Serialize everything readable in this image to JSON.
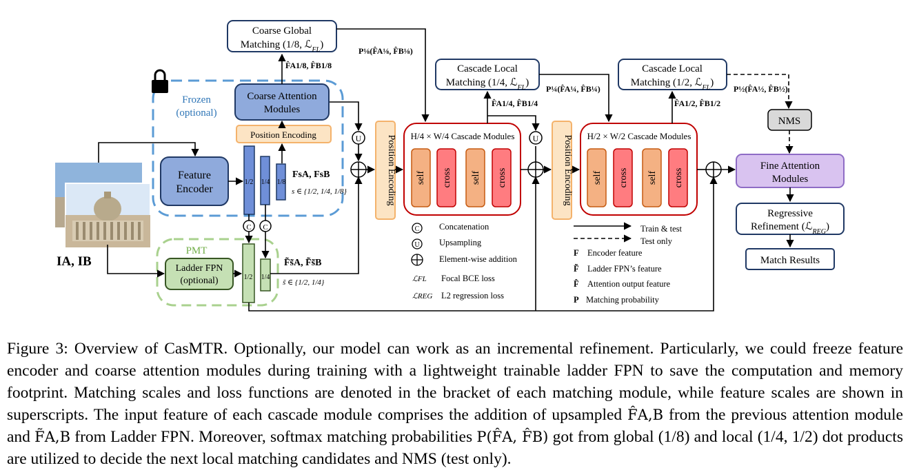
{
  "figure": {
    "coarse_global": {
      "line1": "Coarse Global",
      "line2": "Matching (1/8, ℒ",
      "sub": "FL",
      "close": ")"
    },
    "coarse_global_prob": "P⅛(F̂A⅛, F̂B⅛)",
    "coarse_out_feat": "F̂A1/8, F̂B1/8",
    "frozen_label1": "Frozen",
    "frozen_label2": "(optional)",
    "coarse_attn": {
      "line1": "Coarse Attention",
      "line2": "Modules"
    },
    "pos_enc_small": "Position Encoding",
    "feature_encoder": {
      "line1": "Feature",
      "line2": "Encoder"
    },
    "enc_scales": [
      "1/2",
      "1/4",
      "1/8"
    ],
    "enc_feat_label": "FsA, FsB",
    "enc_scale_set": "s ∈ {1/2, 1/4, 1/8}",
    "pmt_label": "PMT",
    "ladder_fpn": {
      "line1": "Ladder FPN",
      "line2": "(optional)"
    },
    "fpn_scales": [
      "1/2",
      "1/4"
    ],
    "fpn_feat_label": "F̃s̃A, F̃s̃B",
    "fpn_scale_set": "s̃ ∈ {1/2, 1/4}",
    "input_label": "IA, IB",
    "ops": {
      "concat": "C",
      "up": "U"
    },
    "pos_enc_vertical": "Position Encoding",
    "cascade1": {
      "title": "H/4 × W/4 Cascade Modules",
      "blocks": [
        "self",
        "cross",
        "self",
        "cross"
      ]
    },
    "cascade2": {
      "title": "H/2 × W/2 Cascade Modules",
      "blocks": [
        "self",
        "cross",
        "self",
        "cross"
      ]
    },
    "local14": {
      "line1": "Cascade Local",
      "line2": "Matching (1/4, ℒ",
      "sub": "FL",
      "close": ")"
    },
    "local12": {
      "line1": "Cascade Local",
      "line2": "Matching (1/2, ℒ",
      "sub": "FL",
      "close": ")"
    },
    "local14_prob": "P¼(F̂A¼, F̂B¼)",
    "local12_prob": "P½(F̂A½, F̂B½)",
    "local14_feat": "F̂A1/4, F̂B1/4",
    "local12_feat": "F̂A1/2, F̂B1/2",
    "nms": "NMS",
    "fine_attn": {
      "line1": "Fine Attention",
      "line2": "Modules"
    },
    "regressive": {
      "line1": "Regressive",
      "line2": "Refinement (ℒ",
      "sub": "REG",
      "close": ")"
    },
    "match_results": "Match Results",
    "legend_ops": [
      {
        "sym": "C",
        "text": "Concatenation"
      },
      {
        "sym": "U",
        "text": "Upsampling"
      },
      {
        "sym": "⊕",
        "text": "Element-wise addition"
      },
      {
        "sym": "ℒFL",
        "text": "Focal BCE loss"
      },
      {
        "sym": "ℒREG",
        "text": "L2 regression loss"
      }
    ],
    "legend_lines": [
      {
        "style": "solid",
        "text": "Train & test"
      },
      {
        "style": "dashed",
        "text": "Test only"
      }
    ],
    "legend_feats": [
      {
        "sym": "F",
        "text": "Encoder feature"
      },
      {
        "sym": "F̃",
        "text": "Ladder FPN’s feature"
      },
      {
        "sym": "F̂",
        "text": "Attention output feature"
      },
      {
        "sym": "P",
        "text": "Matching probability"
      }
    ],
    "colors": {
      "frozen_dash": "#5b9bd5",
      "pmt_dash": "#a9d18e",
      "encoder_fill": "#8faadc",
      "bar_blue": "#6f8fd8",
      "bar_green": "#c5e0b4",
      "orange_fill": "#fce4c4",
      "orange_stroke": "#f4b26b",
      "self_fill": "#f4b183",
      "cross_fill": "#ff7c80",
      "cascade_border": "#c00000",
      "fine_fill": "#d9c3f0",
      "fine_stroke": "#8e6cc5",
      "nms_fill": "#d9d9d9",
      "box_stroke": "#1f3864"
    }
  },
  "caption": {
    "p1": "Figure 3: Overview of CasMTR. Optionally, our model can work as an incremental refinement. Particularly, we could freeze feature encoder and coarse attention modules during training with a lightweight trainable ladder FPN to save the computation and memory footprint. Matching scales and loss functions are denoted in the bracket of each matching module, while feature scales are shown in superscripts. The input feature of each cascade module comprises the addition of upsampled ",
    "m1": "F̂A,B",
    "p2": " from the previous attention module and ",
    "m2": "F̃A,B",
    "p3": " from Ladder FPN. Moreover, softmax matching probabilities ",
    "m3": "P(F̂A, F̂B)",
    "p4": " got from global (1/8) and local (1/4, 1/2) dot products are utilized to decide the next local matching candidates and NMS (test only)."
  }
}
